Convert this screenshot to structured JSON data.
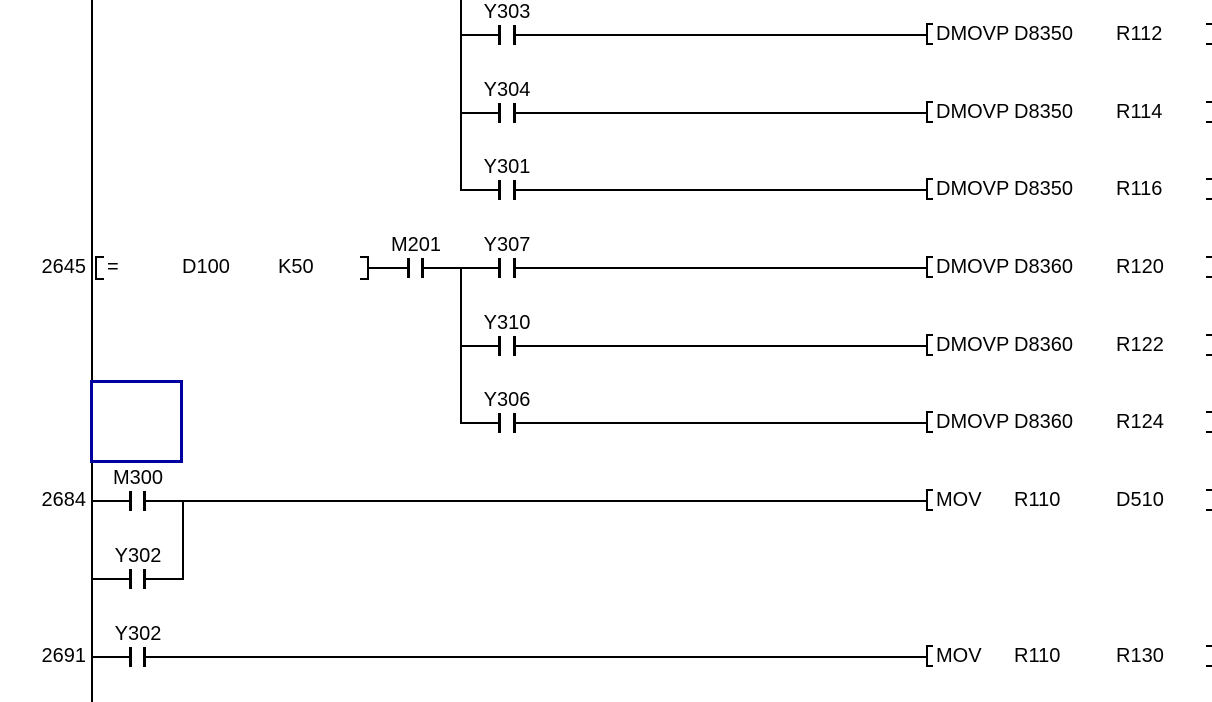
{
  "editor": {
    "type": "plc-ladder-diagram",
    "colors": {
      "line": "#000000",
      "background": "#ffffff",
      "text": "#000000",
      "cursor_border": "#0000a0"
    },
    "rows": [
      {
        "contact": "Y303",
        "mnemonic": "DMOVP",
        "op1": "D8350",
        "op2": "R112"
      },
      {
        "contact": "Y304",
        "mnemonic": "DMOVP",
        "op1": "D8350",
        "op2": "R114"
      },
      {
        "contact": "Y301",
        "mnemonic": "DMOVP",
        "op1": "D8350",
        "op2": "R116"
      },
      {
        "step": "2645",
        "compare": {
          "operator": "=",
          "operand1": "D100",
          "operand2": "K50"
        },
        "series_contact": "M201",
        "contact": "Y307",
        "mnemonic": "DMOVP",
        "op1": "D8360",
        "op2": "R120"
      },
      {
        "contact": "Y310",
        "mnemonic": "DMOVP",
        "op1": "D8360",
        "op2": "R122"
      },
      {
        "contact": "Y306",
        "mnemonic": "DMOVP",
        "op1": "D8360",
        "op2": "R124"
      },
      {
        "step": "2684",
        "contact": "M300",
        "mnemonic": "MOV",
        "op1": "R110",
        "op2": "D510"
      },
      {
        "contact": "Y302"
      },
      {
        "step": "2691",
        "contact": "Y302",
        "mnemonic": "MOV",
        "op1": "R110",
        "op2": "R130"
      }
    ]
  }
}
